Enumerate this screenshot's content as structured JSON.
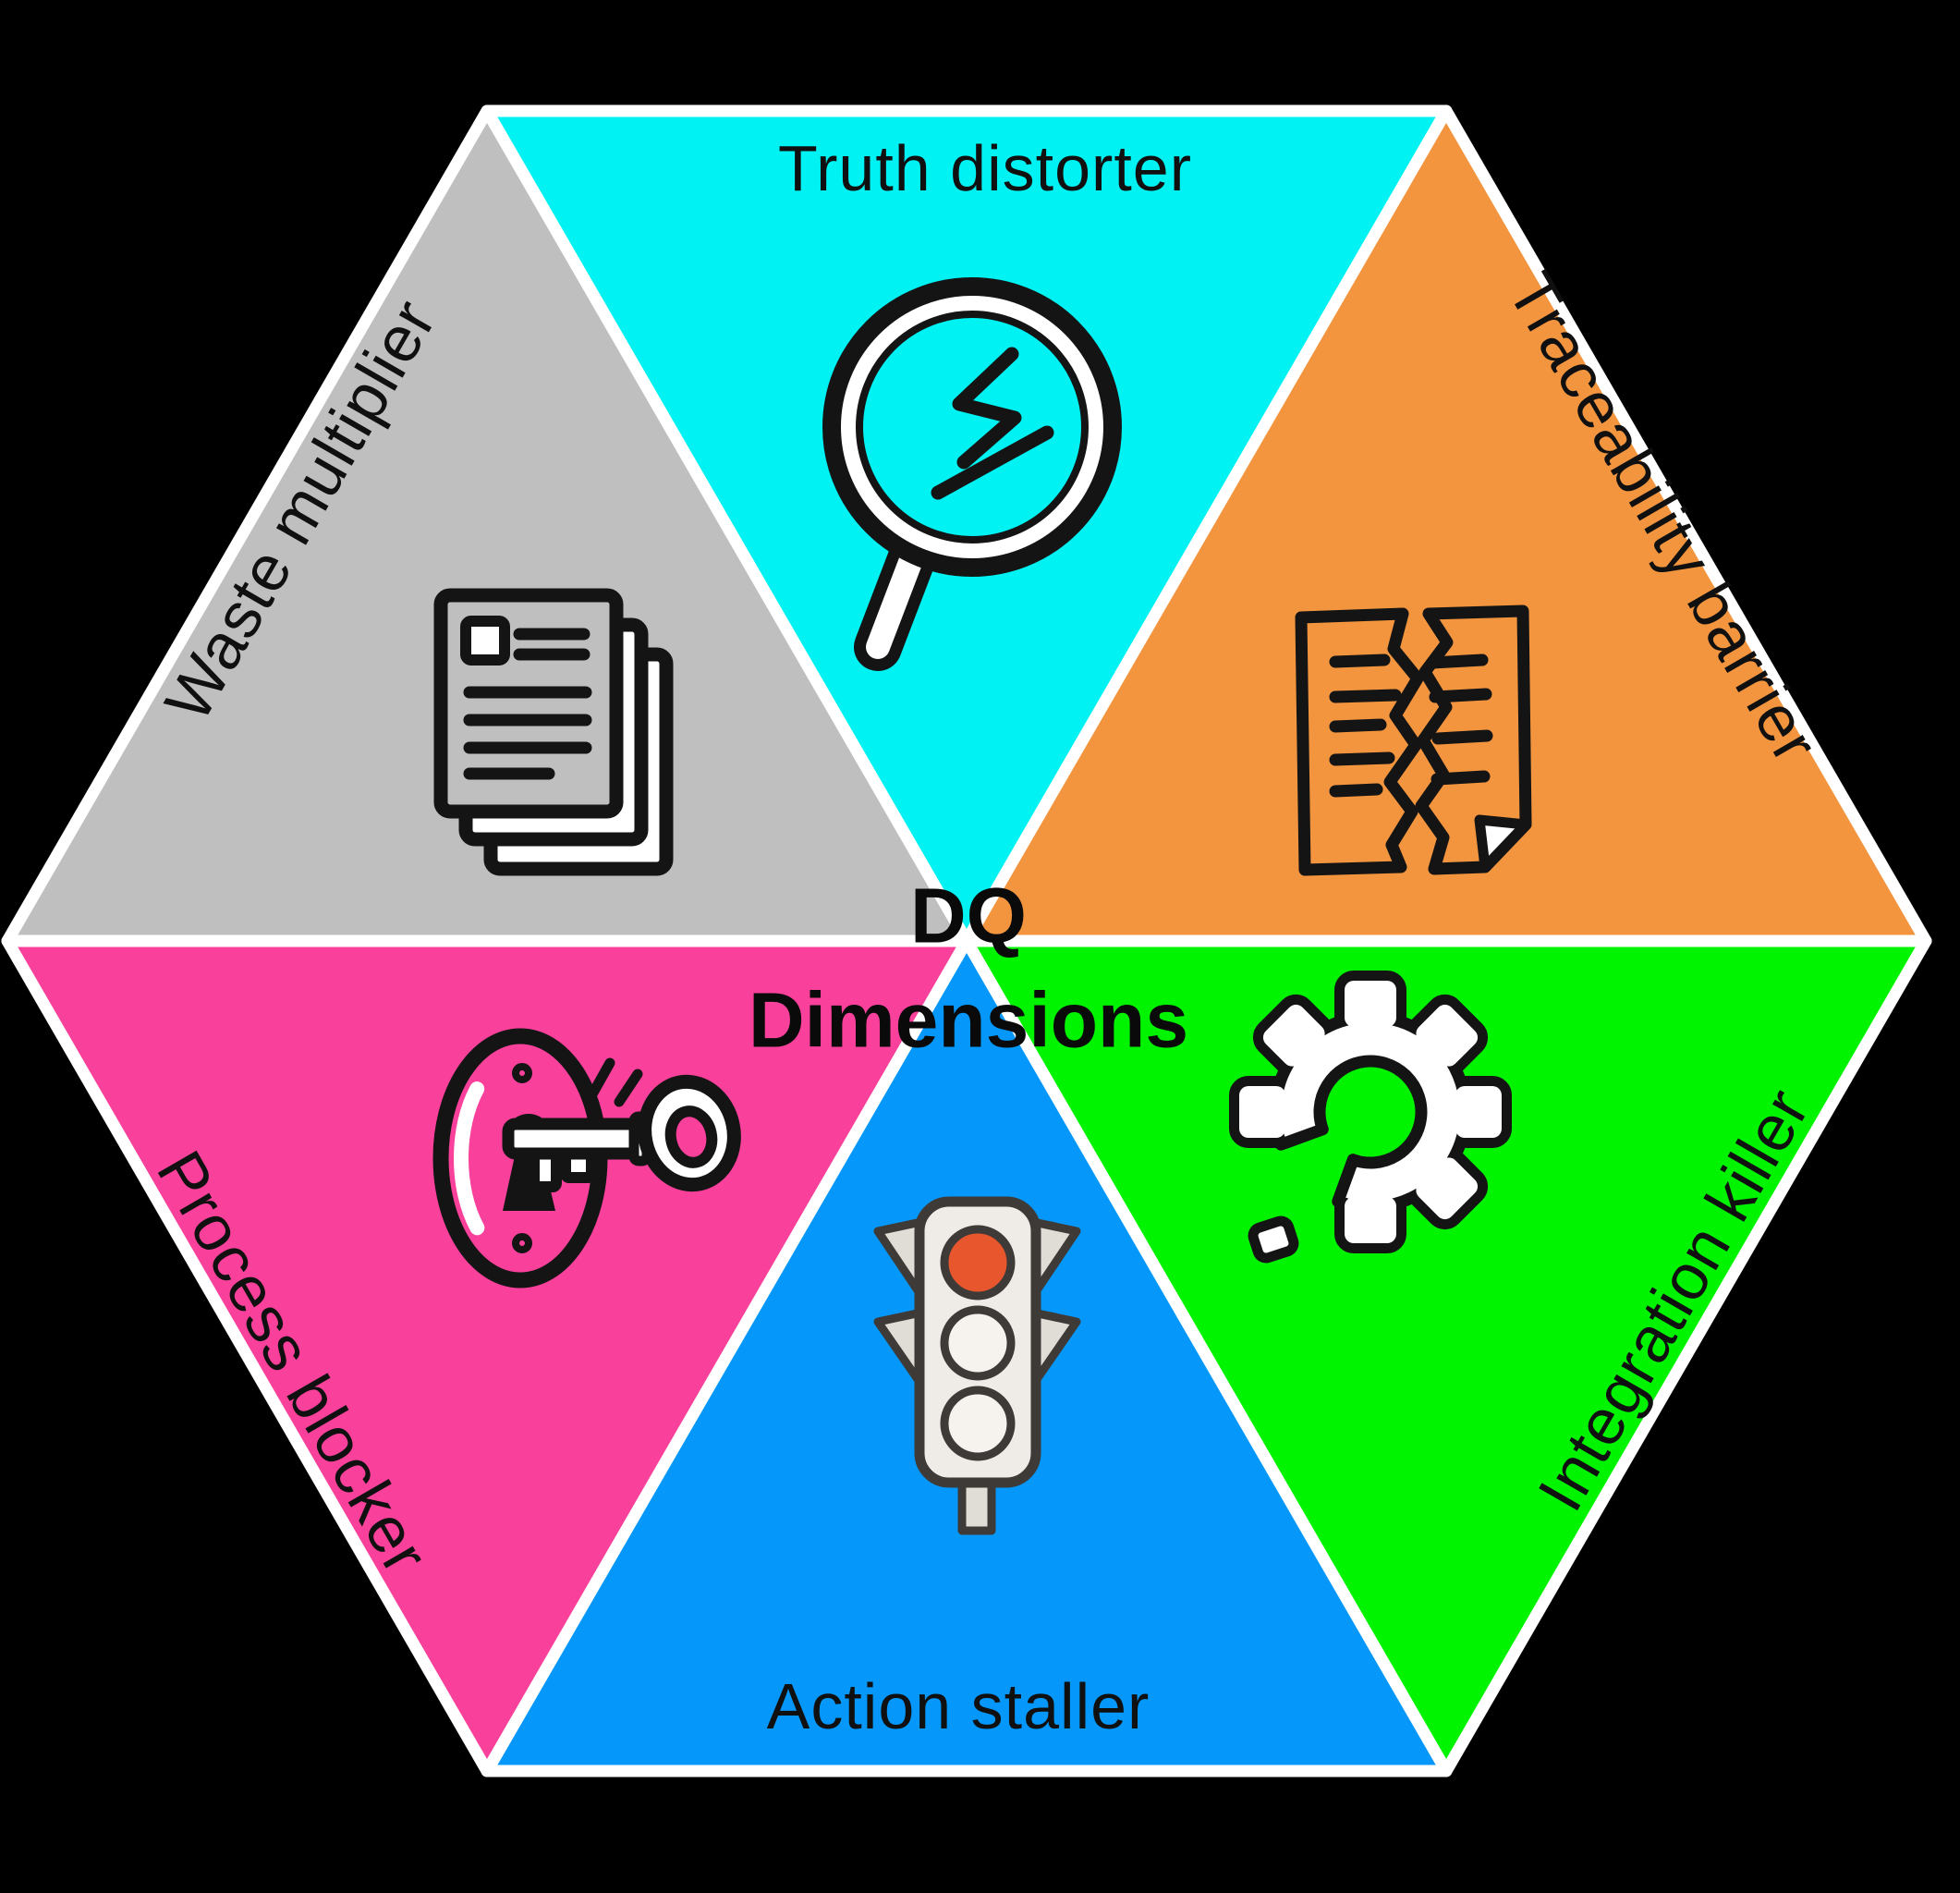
{
  "title": {
    "line1": "DQ",
    "line2": "Dimensions"
  },
  "segments": [
    {
      "name": "truth-distorter",
      "label": "Truth distorter",
      "color": "#00F2F2",
      "icon": "magnifier-icon"
    },
    {
      "name": "traceability-barrier",
      "label": "Traceability barrier",
      "color": "#F2953E",
      "icon": "torn-document-icon"
    },
    {
      "name": "integration-killer",
      "label": "Integration killer",
      "color": "#00F400",
      "icon": "broken-gear-icon"
    },
    {
      "name": "action-staller",
      "label": "Action staller",
      "color": "#0598FA",
      "icon": "traffic-light-icon"
    },
    {
      "name": "process-blocker",
      "label": "Process blocker",
      "color": "#F9419C",
      "icon": "keyhole-key-icon"
    },
    {
      "name": "waste-multiplier",
      "label": "Waste multiplier",
      "color": "#BFBFBF",
      "icon": "document-stack-icon"
    }
  ],
  "colors": {
    "background": "#000000",
    "divider": "#FFFFFF",
    "label_text": "#101010",
    "traffic_light_red": "#E8562D"
  }
}
